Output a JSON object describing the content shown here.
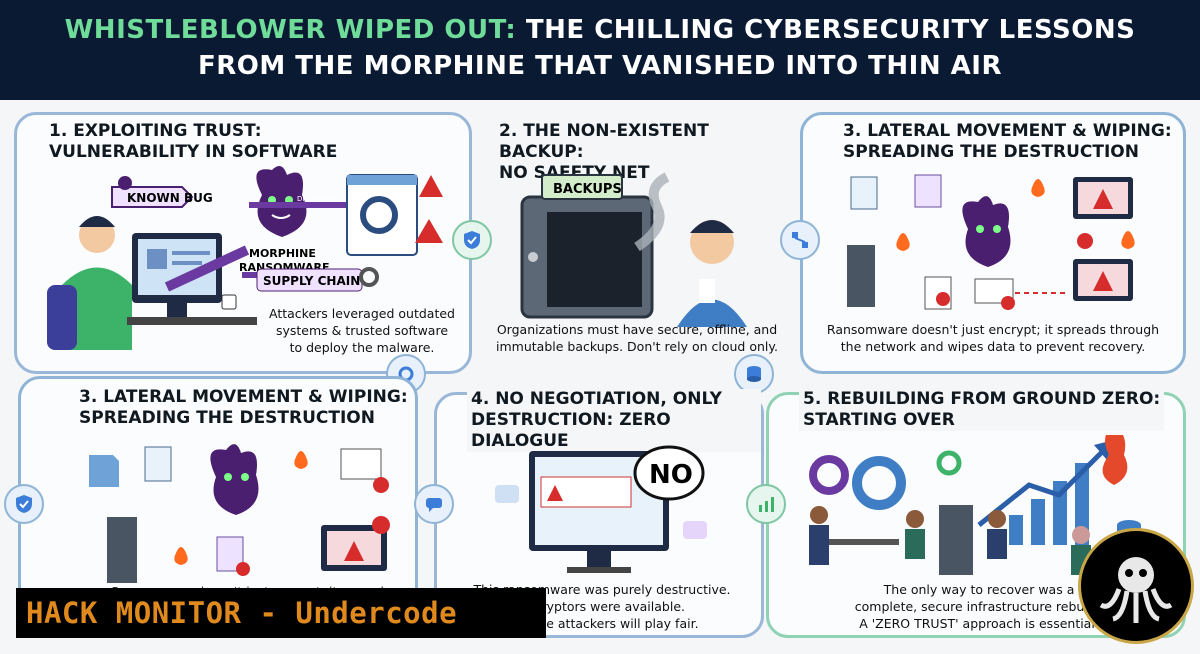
{
  "header": {
    "title_accent": "WHISTLEBLOWER WIPED OUT:",
    "title_rest": " THE CHILLING CYBERSECURITY LESSONS",
    "title_line2": "FROM THE MORPHINE THAT VANISHED INTO THIN AIR"
  },
  "panels": [
    {
      "title_l1": "1. EXPLOITING TRUST:",
      "title_l2": "VULNERABILITY IN SOFTWARE",
      "tags": [
        "KNOWN BUG",
        "MORPHINE",
        "RANSOMWARE",
        "SUPPLY CHAIN",
        "DRAWLINE"
      ],
      "caption_l1": "Attackers leveraged outdated",
      "caption_l2": "systems & trusted software",
      "caption_l3": "to deploy the malware.",
      "connector_icon": "shield-check-icon"
    },
    {
      "title_l1": "2. THE NON-EXISTENT BACKUP:",
      "title_l2": "NO SAFETY NET",
      "tags": [
        "BACKUPS"
      ],
      "caption_l1": "Organizations must have secure, offline, and",
      "caption_l2": "immutable backups. Don't rely on cloud only.",
      "connector_icon": "database-icon"
    },
    {
      "title_l1": "3. LATERAL MOVEMENT & WIPING:",
      "title_l2": "SPREADING THE DESTRUCTION",
      "caption_l1": "Ransomware doesn't just encrypt; it spreads through",
      "caption_l2": "the network and wipes data to prevent recovery.",
      "connector_icon": "network-icon"
    },
    {
      "title_l1": "3. LATERAL MOVEMENT & WIPING:",
      "title_l2": "SPREADING THE DESTRUCTION",
      "caption_l1": "Ransomware doesn't just encrypt; it spreads",
      "connector_icon": "shield-check-icon"
    },
    {
      "title_l1": "4. NO NEGOTIATION, ONLY",
      "title_l2": "DESTRUCTION: ZERO DIALOGUE",
      "bubble": "NO",
      "caption_l1": "This ransomware was purely destructive.",
      "caption_l2": "decryptors were available.",
      "caption_l3": "assume attackers will play fair.",
      "connector_icon": "chat-icon"
    },
    {
      "title_l1": "5. REBUILDING FROM GROUND ZERO:",
      "title_l2": "STARTING OVER",
      "caption_l1": "The only way to recover was a",
      "caption_l2": "complete, secure infrastructure rebuild.",
      "caption_l3": "A 'ZERO TRUST' approach is essential.",
      "connector_icon": "chart-icon"
    }
  ],
  "brand": {
    "label": "HACK MONITOR - Undercode"
  },
  "colors": {
    "header_bg": "#0b1a33",
    "accent": "#6fdc9a",
    "brand_orange": "#e08a1e",
    "malware_purple": "#4b1f6f",
    "alert_red": "#d62c2c"
  }
}
